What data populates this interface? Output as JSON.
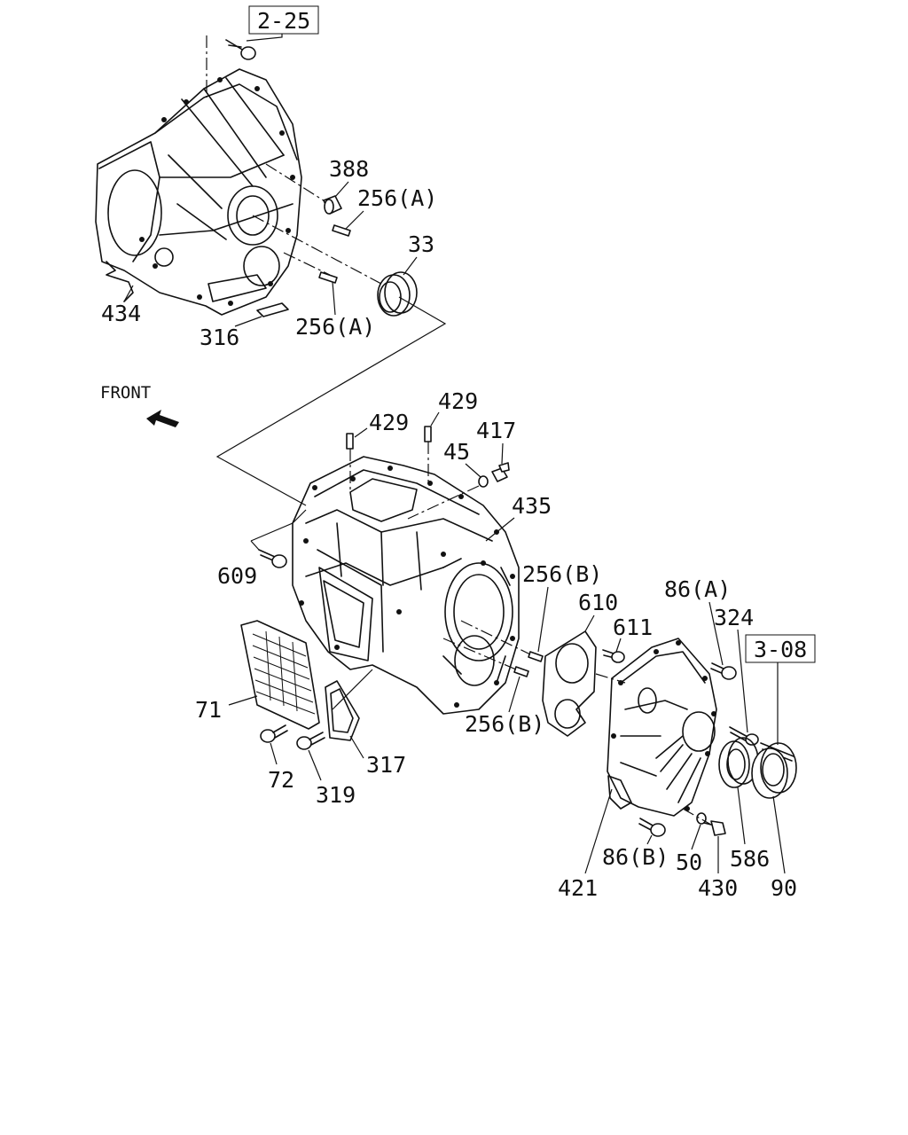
{
  "diagram": {
    "front_label": "FRONT",
    "ref_boxes": {
      "top": "2-25",
      "right": "3-08"
    },
    "labels": {
      "p388": "388",
      "p256a_top": "256(A)",
      "p33": "33",
      "p434": "434",
      "p316": "316",
      "p256a_bottom": "256(A)",
      "p429_left": "429",
      "p429_right": "429",
      "p45": "45",
      "p417": "417",
      "p435": "435",
      "p609": "609",
      "p256b_top": "256(B)",
      "p610": "610",
      "p611": "611",
      "p86a": "86(A)",
      "p324": "324",
      "p71": "71",
      "p72": "72",
      "p319": "319",
      "p317": "317",
      "p256b_bottom": "256(B)",
      "p86b": "86(B)",
      "p50": "50",
      "p586": "586",
      "p421": "421",
      "p430": "430",
      "p90": "90"
    }
  }
}
